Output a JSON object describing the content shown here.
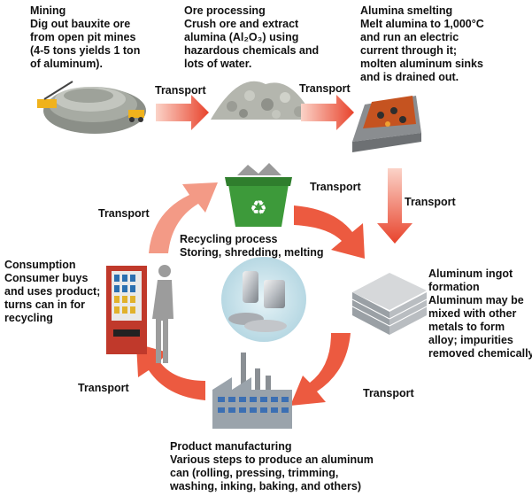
{
  "stages": {
    "mining": {
      "title": "Mining",
      "lines": [
        "Dig out bauxite ore",
        "from open pit mines",
        "(4-5 tons yields 1 ton",
        "of aluminum)."
      ]
    },
    "ore_processing": {
      "title": "Ore processing",
      "lines": [
        "Crush ore and extract",
        "alumina (Al₂O₃) using",
        "hazardous chemicals and",
        "lots of water."
      ]
    },
    "alumina_smelting": {
      "title": "Alumina smelting",
      "lines": [
        "Melt alumina to 1,000°C",
        "and run an electric",
        "current through it;",
        "molten aluminum sinks",
        "and is drained out."
      ]
    },
    "recycling": {
      "title": "Recycling process",
      "lines": [
        "Storing, shredding, melting"
      ]
    },
    "consumption": {
      "title": "Consumption",
      "lines": [
        "Consumer buys",
        "and uses product;",
        "turns can in for",
        "recycling"
      ]
    },
    "ingot": {
      "title_lines": [
        "Aluminum ingot",
        "formation"
      ],
      "lines": [
        "Aluminum may be",
        "mixed with other",
        "metals to form",
        "alloy; impurities",
        "removed chemically"
      ]
    },
    "manufacturing": {
      "title": "Product manufacturing",
      "lines": [
        "Various steps to produce an aluminum",
        "can (rolling, pressing, trimming,",
        "washing, inking, baking, and others)"
      ]
    }
  },
  "transport_label": "Transport",
  "colors": {
    "arrow": "#e8503a",
    "arrow_light": "#f6b3a4",
    "recycle_green": "#3d9a3a"
  }
}
